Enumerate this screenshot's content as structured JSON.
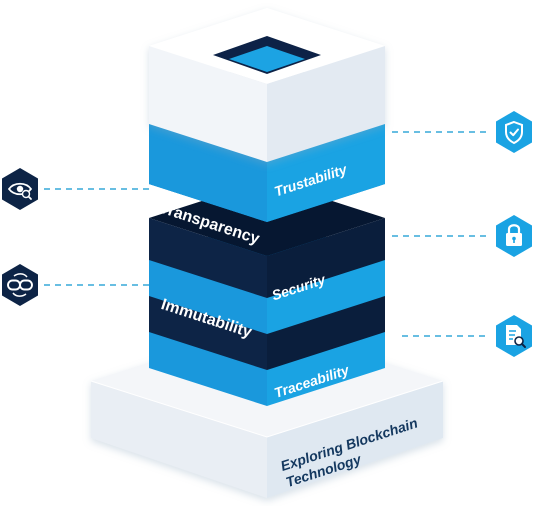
{
  "diagram": {
    "title": "Exploring Blockchain Technology",
    "layers": {
      "trustability": "Trustability",
      "transparency": "Transparency",
      "security": "Security",
      "immutability": "Immutability",
      "traceability": "Traceability"
    },
    "icons": {
      "left_top": "eye-icon",
      "left_bottom": "chain-link-icon",
      "right_top": "shield-check-icon",
      "right_middle": "padlock-icon",
      "right_bottom": "document-search-icon"
    },
    "colors": {
      "light_blue": "#1aa3e3",
      "light_blue_side": "#0c7fc2",
      "navy": "#0d2446",
      "navy_side": "#071937",
      "base_white": "#f1f4f8",
      "base_side": "#dce6f0",
      "dash_blue": "#36a8d8",
      "icon_hex": "#1aa3e3",
      "icon_hex_dark": "#0d2446"
    }
  }
}
